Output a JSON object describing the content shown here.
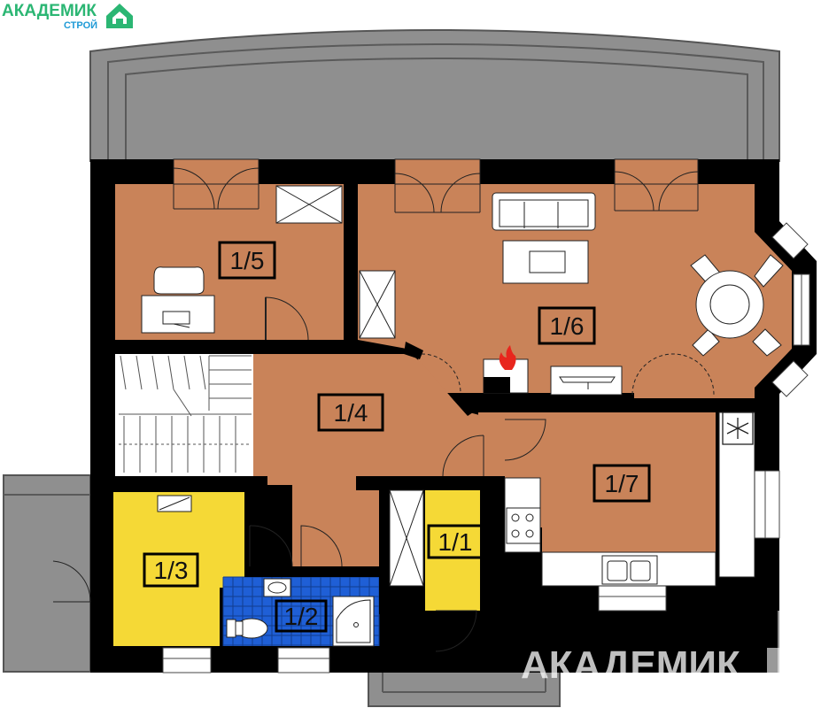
{
  "logo": {
    "name": "АКАДЕМИК",
    "sub": "СТРОЙ",
    "icon": "house-logo-icon",
    "name_color": "#2bb673",
    "sub_color": "#1e9ad6"
  },
  "watermark": "АКАДЕМИК",
  "rooms": [
    {
      "id": "room-1-1",
      "label": "1/1",
      "color": "#f5d936"
    },
    {
      "id": "room-1-2",
      "label": "1/2",
      "color": "#1f5fd6"
    },
    {
      "id": "room-1-3",
      "label": "1/3",
      "color": "#f5d936"
    },
    {
      "id": "room-1-4",
      "label": "1/4",
      "color": "#c98359"
    },
    {
      "id": "room-1-5",
      "label": "1/5",
      "color": "#c98359"
    },
    {
      "id": "room-1-6",
      "label": "1/6",
      "color": "#c98359"
    },
    {
      "id": "room-1-7",
      "label": "1/7",
      "color": "#c98359"
    }
  ],
  "colors": {
    "wall": "#000000",
    "terrace": "#8f8f8f",
    "living": "#c98359",
    "yellow": "#f5d936",
    "bathroom": "#1f5fd6",
    "fire": "#e8261d"
  },
  "icons": [
    "fireplace-icon",
    "snowflake-icon",
    "stove-icon",
    "sink-icon",
    "toilet-icon",
    "shower-icon",
    "sofa-icon",
    "dining-table-icon",
    "desk-icon",
    "stairs-icon"
  ]
}
